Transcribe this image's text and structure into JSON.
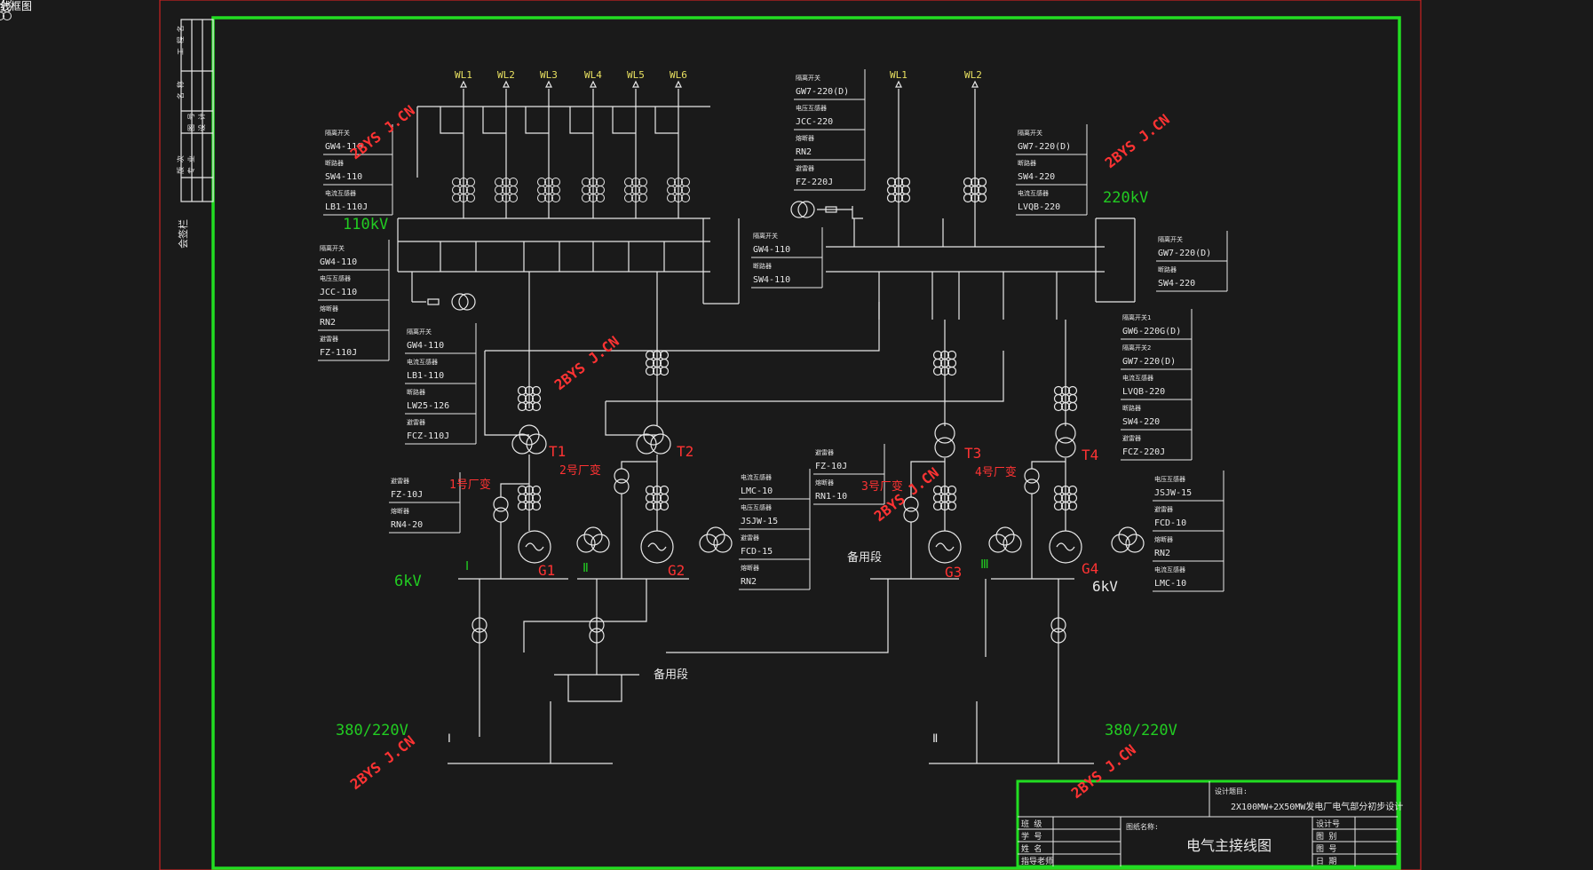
{
  "corner_title": "线框图",
  "sidebar_text": "会签栏",
  "side_table_labels": [
    "工 程 名",
    "名 称",
    "图 号",
    "设 计",
    "版 次",
    "专 业"
  ],
  "watermark": "2BYS J.CN",
  "left_feeders": [
    "WL1",
    "WL2",
    "WL3",
    "WL4",
    "WL5",
    "WL6"
  ],
  "right_feeders": [
    "WL1",
    "WL2"
  ],
  "voltages": {
    "v110": "110kV",
    "v220": "220kV",
    "v6_left": "6kV",
    "v6_right": "6kV",
    "v380_left": "380/220V",
    "v380_right": "380/220V"
  },
  "transformers": [
    "T1",
    "T2",
    "T3",
    "T4"
  ],
  "generators": [
    "G1",
    "G2",
    "G3",
    "G4"
  ],
  "station_transformers": [
    "1号厂变",
    "2号厂变",
    "3号厂变",
    "4号厂变"
  ],
  "sections": {
    "s1": "Ⅰ",
    "s2": "Ⅱ",
    "s3": "Ⅲ",
    "low1": "Ⅰ",
    "low2": "Ⅱ"
  },
  "backup_label_6kv": "备用段",
  "backup_label_380": "备用段",
  "box_110_top": [
    [
      "隔离开关",
      "GW4-110"
    ],
    [
      "断路器",
      "SW4-110"
    ],
    [
      "电流互感器",
      "LB1-110J"
    ]
  ],
  "box_110_left": [
    [
      "隔离开关",
      "GW4-110"
    ],
    [
      "电压互感器",
      "JCC-110"
    ],
    [
      "熔断器",
      "RN2"
    ],
    [
      "避雷器",
      "FZ-110J"
    ]
  ],
  "box_110_mid": [
    [
      "隔离开关",
      "GW4-110"
    ],
    [
      "电流互感器",
      "LB1-110"
    ],
    [
      "断路器",
      "LW25-126"
    ],
    [
      "避雷器",
      "FCZ-110J"
    ]
  ],
  "box_220_top": [
    [
      "隔离开关",
      "GW7-220(D)"
    ],
    [
      "电压互感器",
      "JCC-220"
    ],
    [
      "熔断器",
      "RN2"
    ],
    [
      "避雷器",
      "FZ-220J"
    ]
  ],
  "box_220_bus": [
    [
      "隔离开关",
      "GW4-110"
    ],
    [
      "断路器",
      "SW4-110"
    ]
  ],
  "box_220_feeder": [
    [
      "隔离开关",
      "GW7-220(D)"
    ],
    [
      "断路器",
      "SW4-220"
    ],
    [
      "电流互感器",
      "LVQB-220"
    ]
  ],
  "box_220_right": [
    [
      "隔离开关",
      "GW7-220(D)"
    ],
    [
      "断路器",
      "SW4-220"
    ]
  ],
  "box_220_trans": [
    [
      "隔离开关1",
      "GW6-220G(D)"
    ],
    [
      "隔离开关2",
      "GW7-220(D)"
    ],
    [
      "电流互感器",
      "LVQB-220"
    ],
    [
      "断路器",
      "SW4-220"
    ],
    [
      "避雷器",
      "FCZ-220J"
    ]
  ],
  "box_6kv_left": [
    [
      "避雷器",
      "FZ-10J"
    ],
    [
      "熔断器",
      "RN4-20"
    ]
  ],
  "box_6kv_mid": [
    [
      "电流互感器",
      "LMC-10"
    ],
    [
      "电压互感器",
      "JSJW-15"
    ],
    [
      "避雷器",
      "FCD-15"
    ],
    [
      "熔断器",
      "RN2"
    ]
  ],
  "box_6kv_mid2": [
    [
      "避雷器",
      "FZ-10J"
    ],
    [
      "熔断器",
      "RN1-10"
    ]
  ],
  "box_6kv_right": [
    [
      "电压互感器",
      "JSJW-15"
    ],
    [
      "避雷器",
      "FCD-10"
    ],
    [
      "熔断器",
      "RN2"
    ],
    [
      "电流互感器",
      "LMC-10"
    ]
  ],
  "title_block": {
    "project_label": "设计题目:",
    "project": "2X100MW+2X50MW发电厂电气部分初步设计",
    "drawing_label": "图纸名称:",
    "drawing": "电气主接线图",
    "left_rows": [
      "班 级",
      "学 号",
      "姓 名",
      "指导老师"
    ],
    "right_rows": [
      "设计号",
      "图 别",
      "图 号",
      "日 期"
    ]
  },
  "colors": {
    "frame": "#22dd22",
    "line": "#e8e8e8",
    "red": "#ff3333",
    "yellow": "#e8e060",
    "green": "#22cc22",
    "background": "#1a1a1a"
  }
}
